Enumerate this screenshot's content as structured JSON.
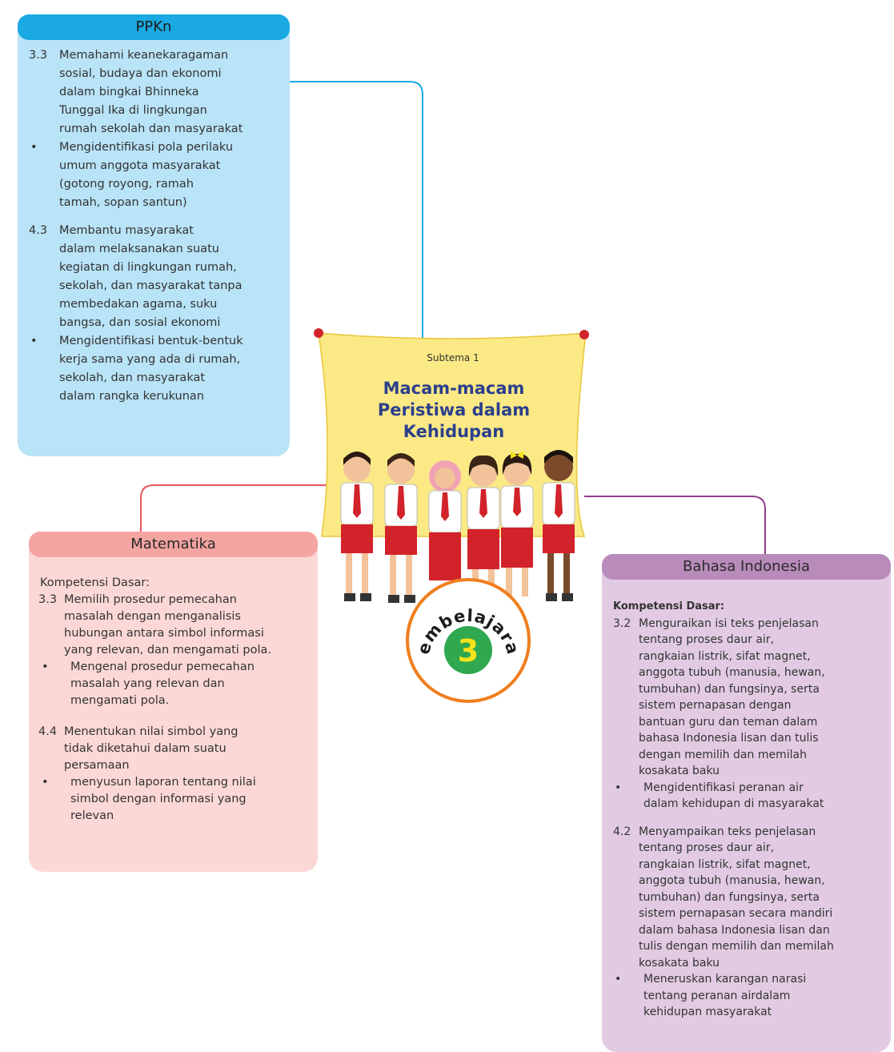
{
  "center": {
    "subtema": "Subtema 1",
    "title_lines": [
      "Macam-macam",
      "Peristiwa dalam",
      "Kehidupan"
    ],
    "badge_label": "Pembelajaran",
    "badge_number": "3",
    "colors": {
      "poster": "#fbe986",
      "title": "#2b3f8c",
      "badge_ring": "#f07e1e",
      "badge_disc": "#2fa84f",
      "badge_number": "#f5e21c"
    }
  },
  "ppkn": {
    "header": "PPKn",
    "colors": {
      "header": "#1aa9e3",
      "body": "#b9e3f7",
      "connector": "#1aa9e3"
    },
    "items": [
      {
        "num": "3.3",
        "lines": [
          "Memahami keanekaragaman",
          "sosial, budaya dan ekonomi",
          "dalam bingkai Bhinneka",
          "Tunggal Ika di lingkungan",
          "rumah sekolah dan masyarakat"
        ]
      },
      {
        "bullet": "•",
        "lines": [
          "Mengidentifikasi pola perilaku",
          "umum anggota masyarakat",
          "(gotong royong, ramah",
          "tamah, sopan santun)"
        ]
      },
      {
        "num": "4.3",
        "lines": [
          "Membantu masyarakat",
          "dalam melaksanakan suatu",
          "kegiatan di lingkungan rumah,",
          "sekolah, dan masyarakat tanpa",
          "membedakan agama, suku",
          "bangsa, dan sosial ekonomi"
        ]
      },
      {
        "bullet": "•",
        "lines": [
          "Mengidentifikasi bentuk-bentuk",
          "kerja sama yang ada di rumah,",
          "sekolah, dan masyarakat",
          "dalam rangka kerukunan"
        ]
      }
    ]
  },
  "matematika": {
    "header": "Matematika",
    "kd_label": "Kompetensi Dasar:",
    "colors": {
      "header": "#f4a5a2",
      "body": "#fbd8d6",
      "connector": "#e8575f"
    },
    "items": [
      {
        "num": "3.3",
        "lines": [
          "Memilih prosedur pemecahan",
          "masalah dengan menganalisis",
          "hubungan antara simbol informasi",
          "yang relevan, dan mengamati pola."
        ]
      },
      {
        "bullet": "•",
        "lines": [
          "Mengenal prosedur pemecahan",
          "masalah yang relevan dan",
          "mengamati pola."
        ]
      },
      {
        "num": "4.4",
        "lines": [
          "Menentukan nilai simbol yang",
          "tidak diketahui dalam suatu",
          "persamaan"
        ]
      },
      {
        "bullet": "•",
        "lines": [
          "menyusun laporan tentang nilai",
          "simbol dengan informasi yang",
          "relevan"
        ]
      }
    ]
  },
  "bahasa": {
    "header": "Bahasa Indonesia",
    "kd_label": "Kompetensi Dasar:",
    "colors": {
      "header": "#b98bbb",
      "body": "#e2cbe2",
      "connector": "#8e3f8f"
    },
    "items": [
      {
        "num": "3.2",
        "lines": [
          "Menguraikan isi teks penjelasan",
          "tentang proses daur air,",
          "rangkaian listrik, sifat magnet,",
          "anggota tubuh (manusia, hewan,",
          "tumbuhan) dan fungsinya, serta",
          "sistem pernapasan dengan",
          "bantuan guru dan teman dalam",
          "bahasa Indonesia lisan dan tulis",
          "dengan memilih dan memilah",
          "kosakata baku"
        ]
      },
      {
        "bullet": "•",
        "lines": [
          "Mengidentifikasi peranan air",
          "dalam kehidupan di masyarakat"
        ]
      },
      {
        "num": "4.2",
        "lines": [
          "Menyampaikan teks penjelasan",
          "tentang proses daur air,",
          "rangkaian listrik, sifat magnet,",
          "anggota tubuh (manusia, hewan,",
          "tumbuhan) dan fungsinya, serta",
          "sistem pernapasan secara mandiri",
          "dalam bahasa Indonesia lisan dan",
          "tulis dengan memilih dan memilah",
          "kosakata baku"
        ]
      },
      {
        "bullet": "•",
        "lines": [
          "Meneruskan karangan narasi",
          "tentang peranan airdalam",
          "kehidupan masyarakat"
        ]
      }
    ]
  }
}
